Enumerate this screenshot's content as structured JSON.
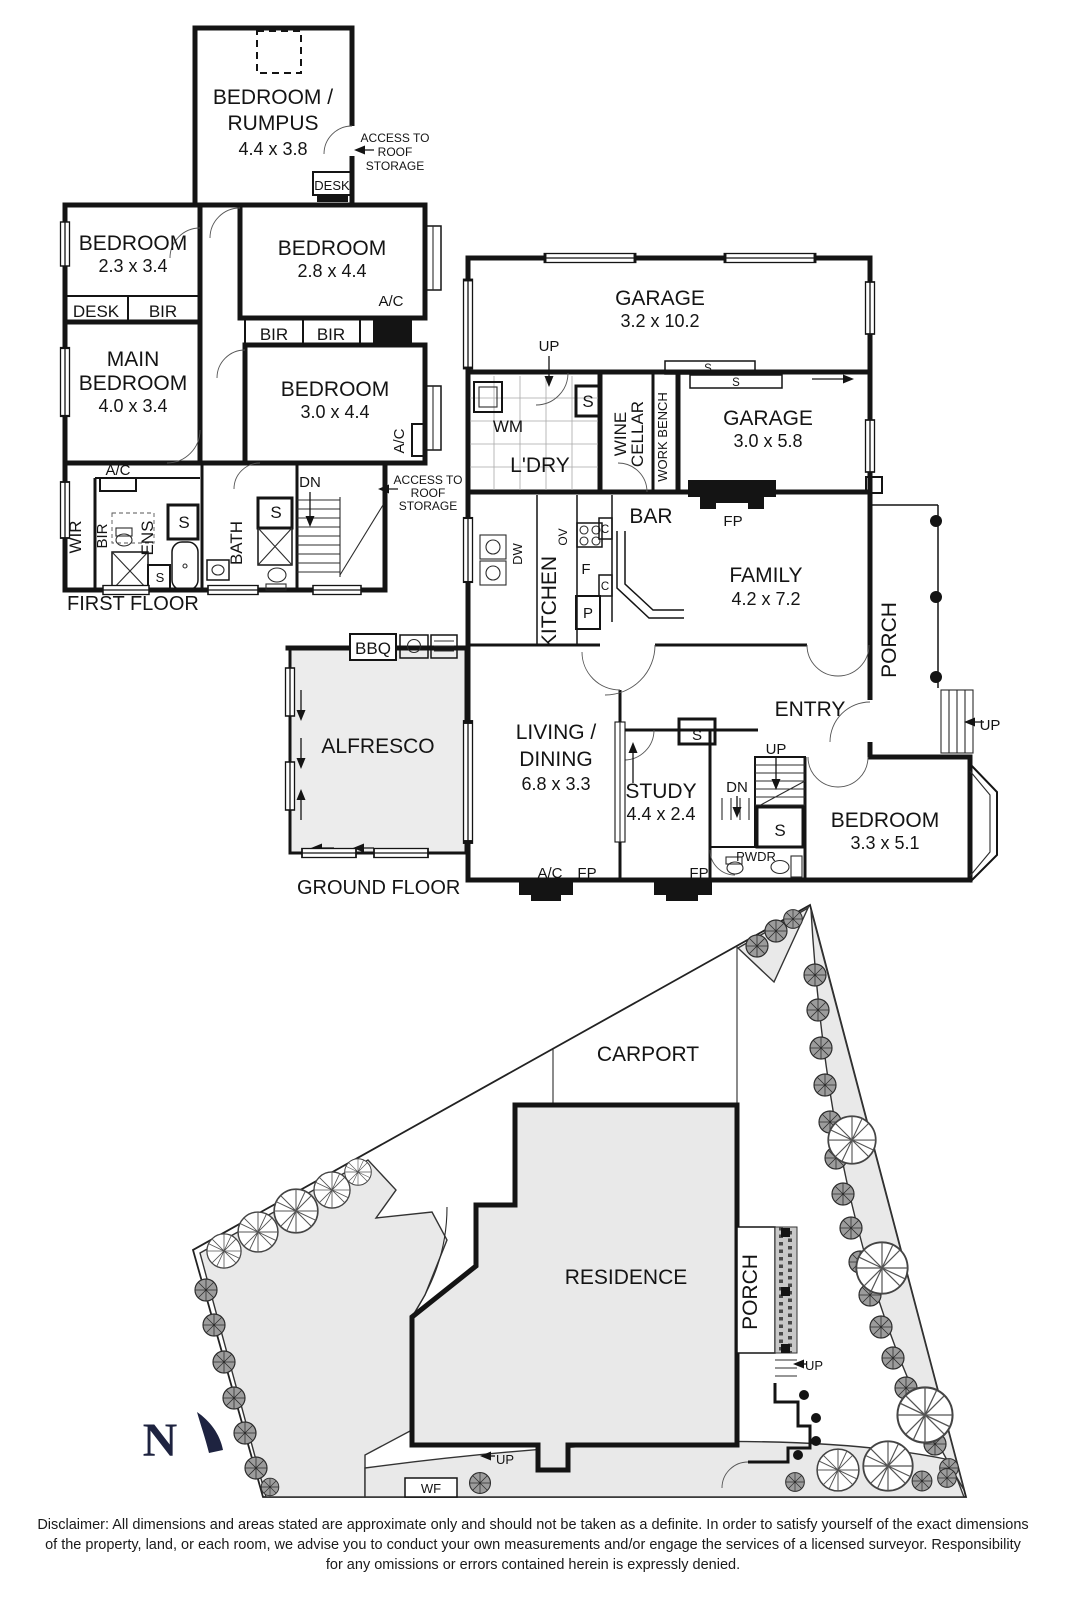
{
  "first_floor": {
    "title": "FIRST FLOOR",
    "rumpus": {
      "l1": "BEDROOM /",
      "l2": "RUMPUS",
      "dims": "4.4 x 3.8"
    },
    "access_top": {
      "l1": "ACCESS TO",
      "l2": "ROOF",
      "l3": "STORAGE"
    },
    "access_stairs": {
      "l1": "ACCESS TO",
      "l2": "ROOF",
      "l3": "STORAGE"
    },
    "bedroom_23": {
      "name": "BEDROOM",
      "dims": "2.3 x 3.4"
    },
    "bedroom_28": {
      "name": "BEDROOM",
      "dims": "2.8 x 4.4"
    },
    "bedroom_30": {
      "name": "BEDROOM",
      "dims": "3.0 x 4.4"
    },
    "main_bedroom": {
      "l1": "MAIN",
      "l2": "BEDROOM",
      "dims": "4.0 x 3.4"
    },
    "desk_rumpus": "DESK",
    "desk": "DESK",
    "bir_a": "BIR",
    "bir_b": "BIR",
    "bir_c": "BIR",
    "bir_d": "BIR",
    "ac_a": "A/C",
    "ac_b": "A/C",
    "ac_c": "A/C",
    "wir": "WIR",
    "ens": "ENS",
    "bath": "BATH",
    "s1": "S",
    "s2": "S",
    "s3": "S",
    "dn": "DN"
  },
  "ground_floor": {
    "title": "GROUND FLOOR",
    "garage1": {
      "name": "GARAGE",
      "dims": "3.2 x 10.2"
    },
    "garage2": {
      "name": "GARAGE",
      "dims": "3.0 x 5.8"
    },
    "family": {
      "name": "FAMILY",
      "dims": "4.2 x 7.2"
    },
    "living": {
      "l1": "LIVING /",
      "l2": "DINING",
      "dims": "6.8 x 3.3"
    },
    "study": {
      "name": "STUDY",
      "dims": "4.4 x 2.4"
    },
    "bedroom": {
      "name": "BEDROOM",
      "dims": "3.3 x 5.1"
    },
    "alfresco": "ALFRESCO",
    "entry": "ENTRY",
    "porch": "PORCH",
    "bar": "BAR",
    "kitchen": "KITCHEN",
    "ldry": "L'DRY",
    "wm": "WM",
    "bbq": "BBQ",
    "wine_cellar": {
      "l1": "WINE",
      "l2": "CELLAR"
    },
    "work_bench": "WORK BENCH",
    "up1": "UP",
    "up2": "UP",
    "up3": "UP",
    "dn": "DN",
    "pwdr": "PWDR",
    "fp1": "FP",
    "fp2": "FP",
    "fp3": "FP",
    "ac": "A/C",
    "ov": "OV",
    "dw": "DW",
    "f": "F",
    "p": "P",
    "c1": "C",
    "c2": "C",
    "s_laundry": "S",
    "s_shelf1": "S",
    "s_shelf2": "S",
    "s_study": "S",
    "s_stairs": "S"
  },
  "site_plan": {
    "carport": "CARPORT",
    "residence": "RESIDENCE",
    "porch": "PORCH",
    "up_porch": "UP",
    "up_rear": "UP",
    "wf": "WF",
    "north": "N"
  },
  "disclaimer": {
    "line1": "Disclaimer: All dimensions and areas stated are approximate only and should not be taken as a definite. In order to satisfy yourself of the exact dimensions",
    "line2": "of the property, land, or each room, we advise you to conduct your own measurements and/or engage the services of a licensed surveyor. Responsibility",
    "line3": "for any omissions or errors contained herein is expressly denied."
  },
  "colors": {
    "wall": "#141414",
    "shade_fill": "#e9e9e9",
    "north_accent": "#1e2340"
  }
}
